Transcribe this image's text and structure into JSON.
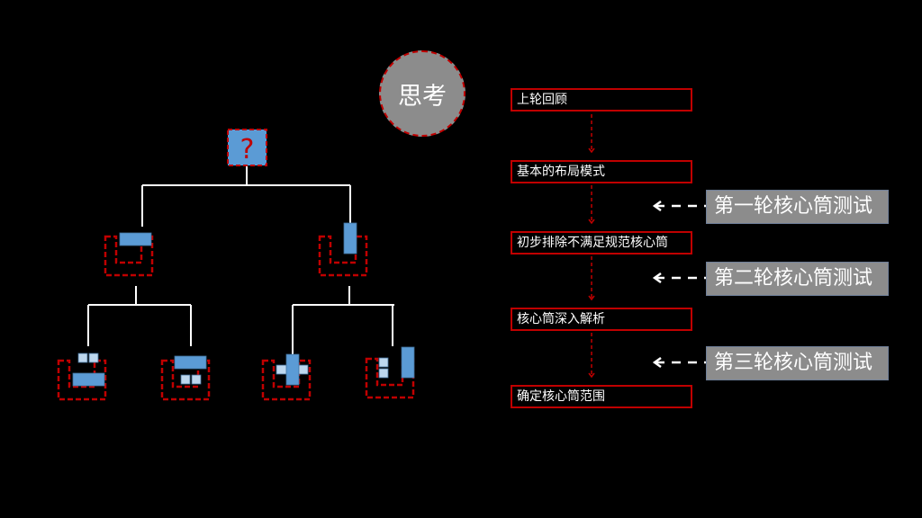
{
  "title": "思考",
  "colors": {
    "background": "#000000",
    "accent_red": "#c00000",
    "block_blue": "#5b9bd5",
    "block_light_blue": "#bdd7ee",
    "gray": "#8c8c8c",
    "line_white": "#ffffff"
  },
  "tree": {
    "root": {
      "label": "?",
      "icon": "question-mark-icon"
    },
    "level1": [
      {
        "name": "horizontal-beam-core",
        "icon": "horizontal-block-in-tube-icon"
      },
      {
        "name": "vertical-column-core",
        "icon": "vertical-block-in-tube-icon"
      }
    ],
    "level2": [
      {
        "name": "beam-with-two-small-top",
        "icon": "beam-two-squares-top-icon"
      },
      {
        "name": "beam-with-two-small-bottom",
        "icon": "beam-two-squares-bottom-icon"
      },
      {
        "name": "cross-shape",
        "icon": "cross-block-icon"
      },
      {
        "name": "column-with-stacked-squares",
        "icon": "column-stacked-squares-icon"
      }
    ]
  },
  "flow": {
    "steps": [
      "上轮回顾",
      "基本的布局模式",
      "初步排除不满足规范核心筒",
      "核心筒深入解析",
      "确定核心筒范围"
    ],
    "rounds": [
      "第一轮核心筒测试",
      "第二轮核心筒测试",
      "第三轮核心筒测试"
    ]
  }
}
